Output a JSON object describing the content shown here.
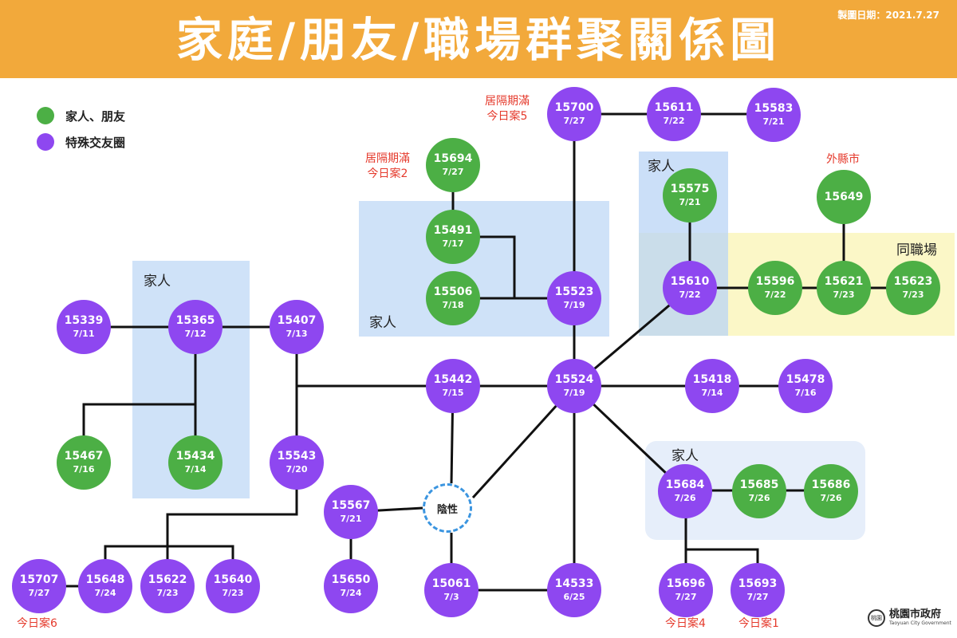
{
  "header": {
    "title": "家庭/朋友/職場群聚關係圖",
    "date": "製圖日期：2021.7.27"
  },
  "legend": [
    {
      "label": "家人、朋友",
      "color": "#4caf45"
    },
    {
      "label": "特殊交友圈",
      "color": "#8e47f0"
    }
  ],
  "zones": {
    "family_left": "家人",
    "family_top": "家人",
    "family_right": "家人",
    "family_bottom": "家人",
    "workplace": "同職場"
  },
  "nodes": {
    "n15700": {
      "id": "15700",
      "date": "7/27"
    },
    "n15611": {
      "id": "15611",
      "date": "7/22"
    },
    "n15583": {
      "id": "15583",
      "date": "7/21"
    },
    "n15694": {
      "id": "15694",
      "date": "7/27"
    },
    "n15491": {
      "id": "15491",
      "date": "7/17"
    },
    "n15506": {
      "id": "15506",
      "date": "7/18"
    },
    "n15523": {
      "id": "15523",
      "date": "7/19"
    },
    "n15575": {
      "id": "15575",
      "date": "7/21"
    },
    "n15649": {
      "id": "15649",
      "date": ""
    },
    "n15610": {
      "id": "15610",
      "date": "7/22"
    },
    "n15596": {
      "id": "15596",
      "date": "7/22"
    },
    "n15621": {
      "id": "15621",
      "date": "7/23"
    },
    "n15623": {
      "id": "15623",
      "date": "7/23"
    },
    "n15339": {
      "id": "15339",
      "date": "7/11"
    },
    "n15365": {
      "id": "15365",
      "date": "7/12"
    },
    "n15407": {
      "id": "15407",
      "date": "7/13"
    },
    "n15442": {
      "id": "15442",
      "date": "7/15"
    },
    "n15524": {
      "id": "15524",
      "date": "7/19"
    },
    "n15418": {
      "id": "15418",
      "date": "7/14"
    },
    "n15478": {
      "id": "15478",
      "date": "7/16"
    },
    "n15467": {
      "id": "15467",
      "date": "7/16"
    },
    "n15434": {
      "id": "15434",
      "date": "7/14"
    },
    "n15543": {
      "id": "15543",
      "date": "7/20"
    },
    "n15684": {
      "id": "15684",
      "date": "7/26"
    },
    "n15685": {
      "id": "15685",
      "date": "7/26"
    },
    "n15686": {
      "id": "15686",
      "date": "7/26"
    },
    "n15567": {
      "id": "15567",
      "date": "7/21"
    },
    "n15650": {
      "id": "15650",
      "date": "7/24"
    },
    "n15061": {
      "id": "15061",
      "date": "7/3"
    },
    "n14533": {
      "id": "14533",
      "date": "6/25"
    },
    "n15707": {
      "id": "15707",
      "date": "7/27"
    },
    "n15648": {
      "id": "15648",
      "date": "7/24"
    },
    "n15622": {
      "id": "15622",
      "date": "7/23"
    },
    "n15640": {
      "id": "15640",
      "date": "7/23"
    },
    "n15696": {
      "id": "15696",
      "date": "7/27"
    },
    "n15693": {
      "id": "15693",
      "date": "7/27"
    }
  },
  "negative_label": "陰性",
  "notes": {
    "n15700_l1": "居隔期滿",
    "n15700_l2": "今日案5",
    "n15694_l1": "居隔期滿",
    "n15694_l2": "今日案2",
    "n15649": "外縣市",
    "n15707": "今日案6",
    "n15696": "今日案4",
    "n15693": "今日案1"
  },
  "footer": {
    "name": "桃園市政府",
    "english": "Taoyuan City Government",
    "seal": "桃園"
  }
}
